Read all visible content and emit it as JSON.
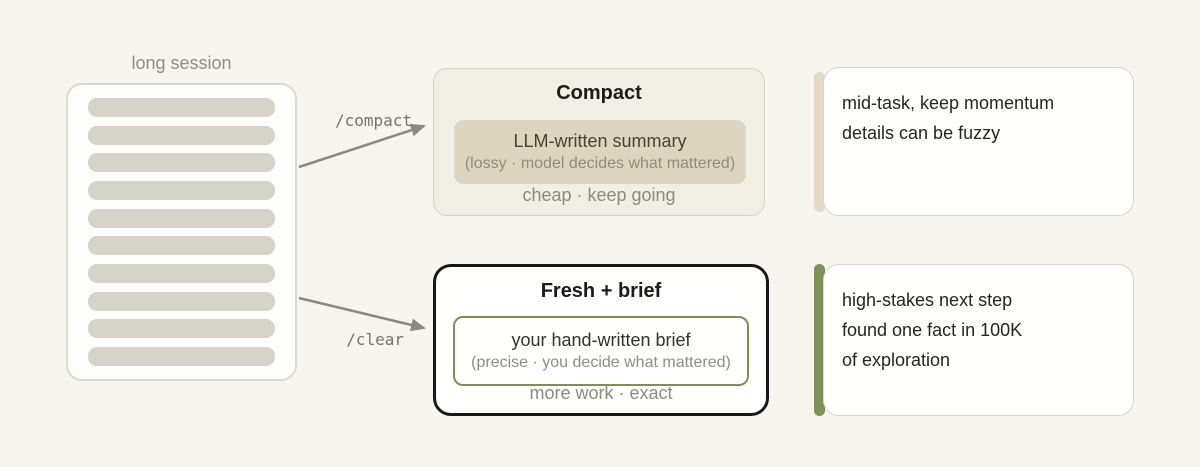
{
  "canvas": {
    "background_color": "#f7f5ed",
    "arrow_color": "#8b8981"
  },
  "source": {
    "label": "long session",
    "line_count": 10,
    "bar_color": "#d6d3c8"
  },
  "arrows": [
    {
      "label": "/compact"
    },
    {
      "label": "/clear"
    }
  ],
  "compact_box": {
    "title": "Compact",
    "inner_title": "LLM-written summary",
    "inner_subtitle": "(lossy · model decides what mattered)",
    "footer": "cheap · keep going",
    "inner_bg_color": "#ded5c1"
  },
  "fresh_box": {
    "title": "Fresh + brief",
    "inner_title": "your hand-written brief",
    "inner_subtitle": "(precise · you decide what mattered)",
    "footer": "more work · exact",
    "inner_border_color": "#7d9055"
  },
  "notes": [
    {
      "accent_color": "#e2d9c6",
      "lines": [
        "mid-task, keep momentum",
        "details can be fuzzy"
      ]
    },
    {
      "accent_color": "#7d9055",
      "lines": [
        "high-stakes next step",
        "found one fact in 100K",
        "of exploration"
      ]
    }
  ]
}
